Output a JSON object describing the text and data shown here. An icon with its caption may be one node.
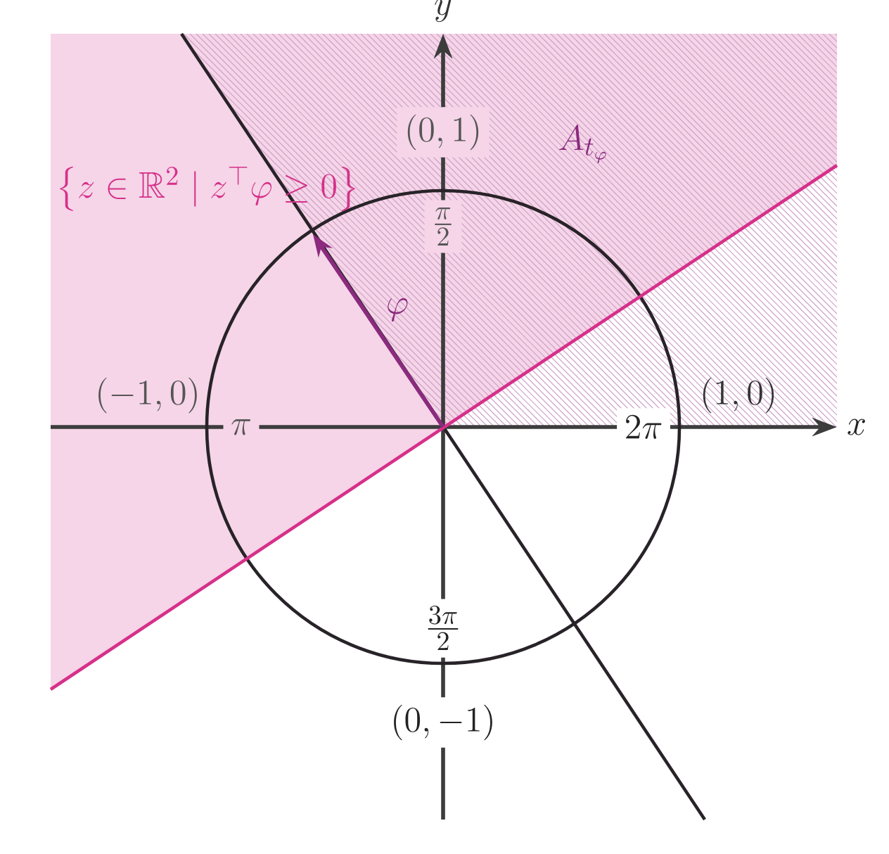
{
  "diagram": {
    "labels": [
      "y",
      "(0,1)",
      "A_{t_\\varphi}",
      "\\left\\{z \\in \\mathbb{R}^2 \\mid z^\\top \\varphi \\geq 0\\right\\}",
      "\\frac{\\pi}{2}",
      "\\varphi",
      "(-1,0)",
      "(1,0)",
      "\\pi",
      "2\\pi",
      "x",
      "\\frac{3\\pi}{2}",
      "(0,-1)"
    ]
  }
}
